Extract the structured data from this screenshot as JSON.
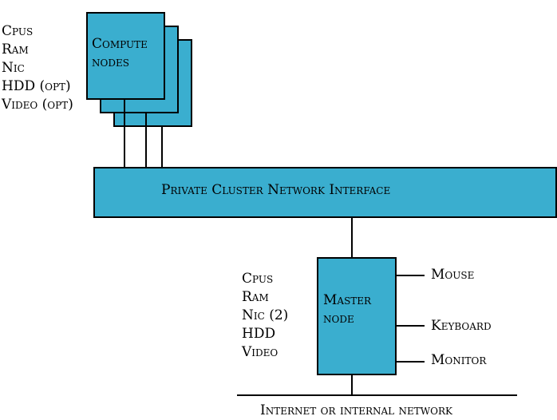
{
  "compute": {
    "title_line1": "Compute",
    "title_line2": "nodes",
    "specs": [
      "Cpus",
      "Ram",
      "Nic",
      "HDD (opt)",
      "Video (opt)"
    ]
  },
  "network": {
    "label": "Private Cluster Network Interface"
  },
  "master": {
    "title_line1": "Master",
    "title_line2": "node",
    "specs": [
      "Cpus",
      "Ram",
      "Nic (2)",
      "HDD",
      "Video"
    ],
    "peripherals": [
      "Mouse",
      "Keyboard",
      "Monitor"
    ]
  },
  "external": {
    "label": "Internet or internal network"
  },
  "colors": {
    "box": "#3aaecf",
    "line": "#000000"
  }
}
